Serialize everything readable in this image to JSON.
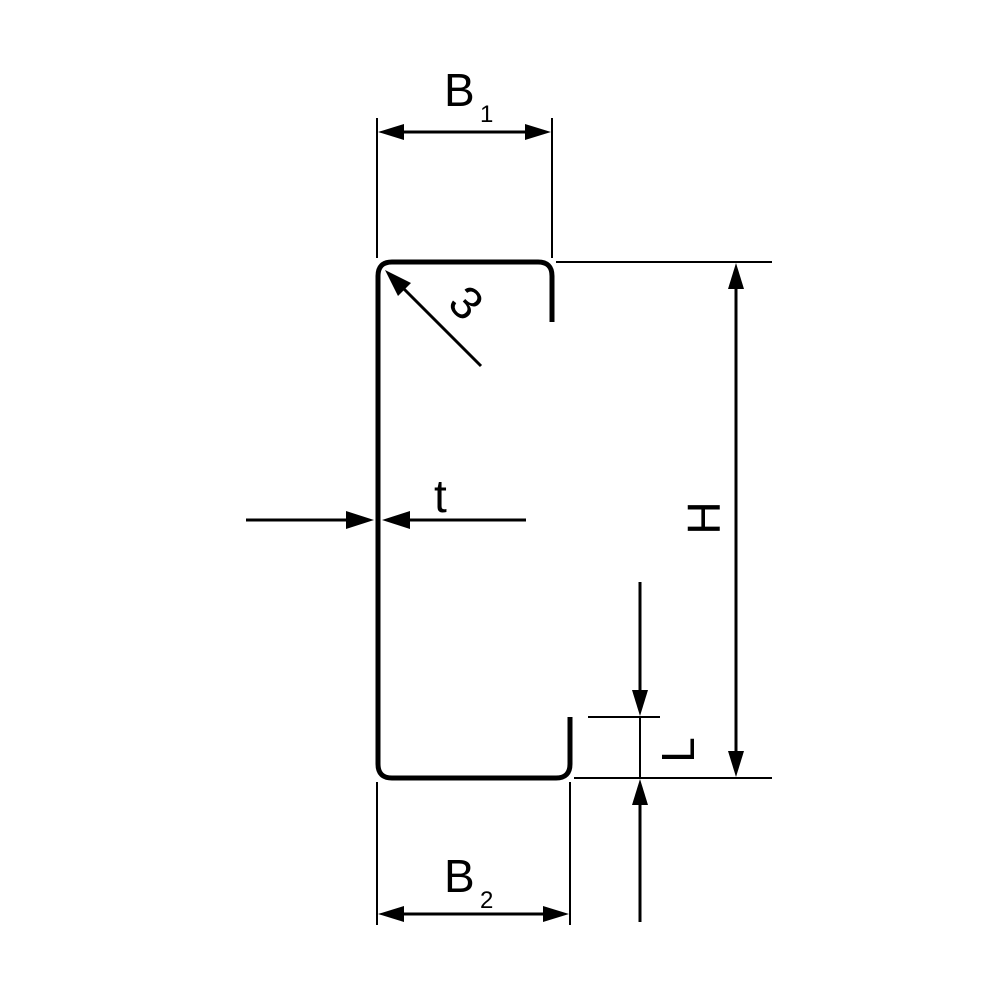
{
  "colors": {
    "line": "#000000",
    "background": "#ffffff"
  },
  "labels": {
    "b1_main": "B",
    "b1_sub": "1",
    "b2_main": "B",
    "b2_sub": "2",
    "thickness": "t",
    "height": "H",
    "lip": "L",
    "radius": "3"
  }
}
